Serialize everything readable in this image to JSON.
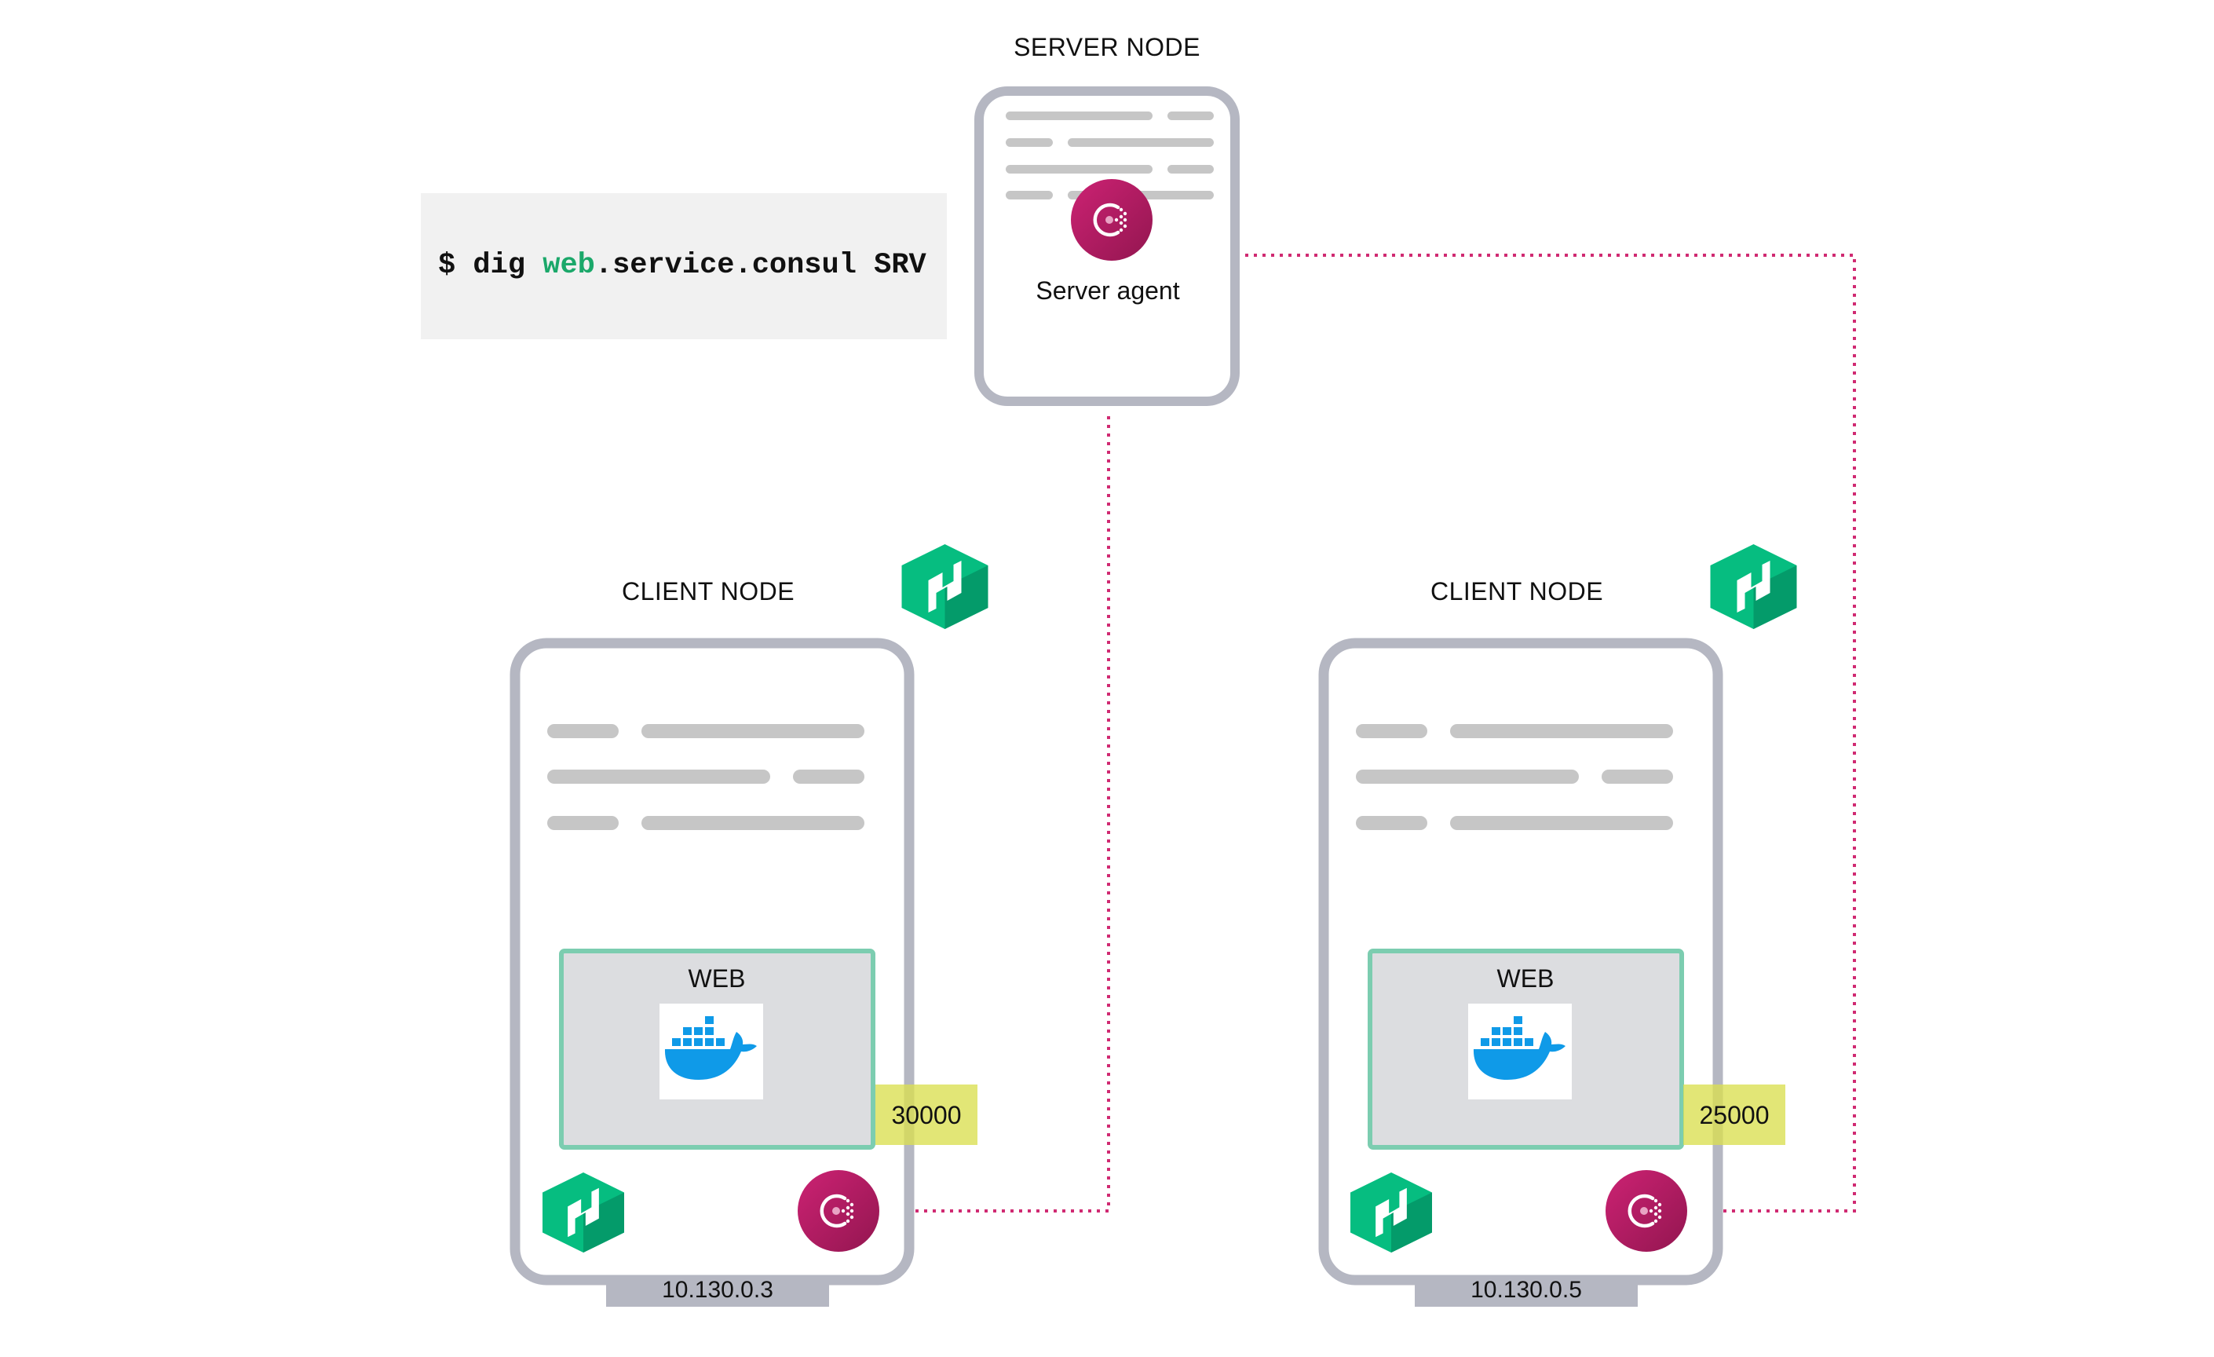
{
  "diagram": {
    "command": {
      "prompt": "$ dig ",
      "service": "web",
      "rest": ".service.consul SRV"
    },
    "server_node": {
      "title": "SERVER NODE",
      "agent_label": "Server agent",
      "agent_icon": "consul-icon"
    },
    "client_nodes": [
      {
        "title": "CLIENT NODE",
        "scheduler_icon": "nomad-icon",
        "service": {
          "label": "WEB",
          "icon": "docker-icon",
          "port": "30000"
        },
        "agent_icon": "consul-icon",
        "ip": "10.130.0.3"
      },
      {
        "title": "CLIENT NODE",
        "scheduler_icon": "nomad-icon",
        "service": {
          "label": "WEB",
          "icon": "docker-icon",
          "port": "25000"
        },
        "agent_icon": "consul-icon",
        "ip": "10.130.0.5"
      }
    ],
    "connections": [
      {
        "from": "client-agent-1",
        "to": "server-agent",
        "style": "dotted"
      },
      {
        "from": "client-agent-2",
        "to": "server-agent",
        "style": "dotted"
      }
    ],
    "colors": {
      "connection": "#d02a72",
      "consul": "#b01c62",
      "nomad_light": "#06bd80",
      "nomad_dark": "#049b6a",
      "node_border": "#b5b7c2",
      "service_border": "#7ccdb0",
      "service_fill": "#dcdde0",
      "port_fill": "#dfe377",
      "docker": "#0f9ae8",
      "command_highlight": "#1ba86a"
    }
  }
}
